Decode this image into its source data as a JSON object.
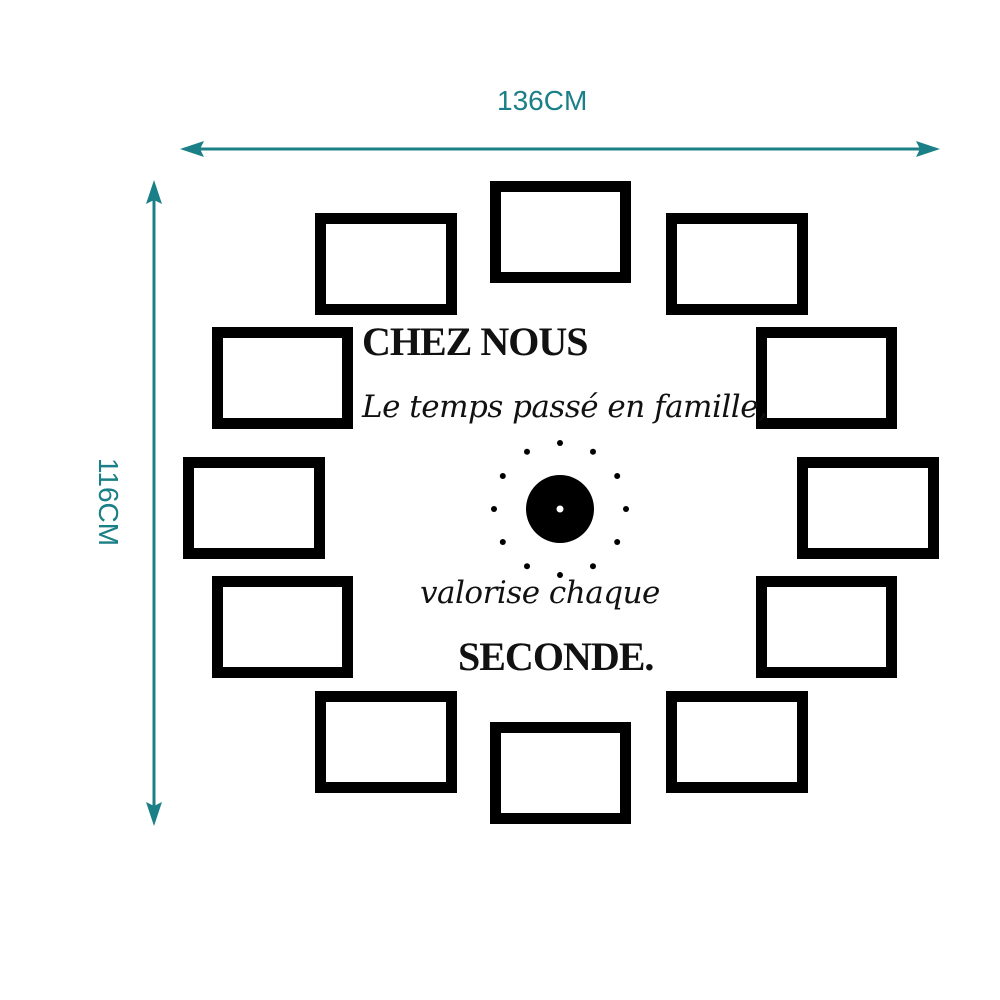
{
  "colors": {
    "dimension": "#1b7f87",
    "frame": "#000000",
    "text": "#111111",
    "background": "#ffffff"
  },
  "dimensions": {
    "width_label": "136CM",
    "height_label": "116CM"
  },
  "decal": {
    "title": "CHEZ NOUS",
    "line1": "Le temps passé en famille,",
    "line2": "valorise chaque",
    "closing": "SECONDE."
  },
  "clock": {
    "tick_count": 12
  },
  "frames": {
    "count": 12
  },
  "icons": {
    "arrow": "double-arrow-icon",
    "clock_face": "clock-hub-icon"
  }
}
